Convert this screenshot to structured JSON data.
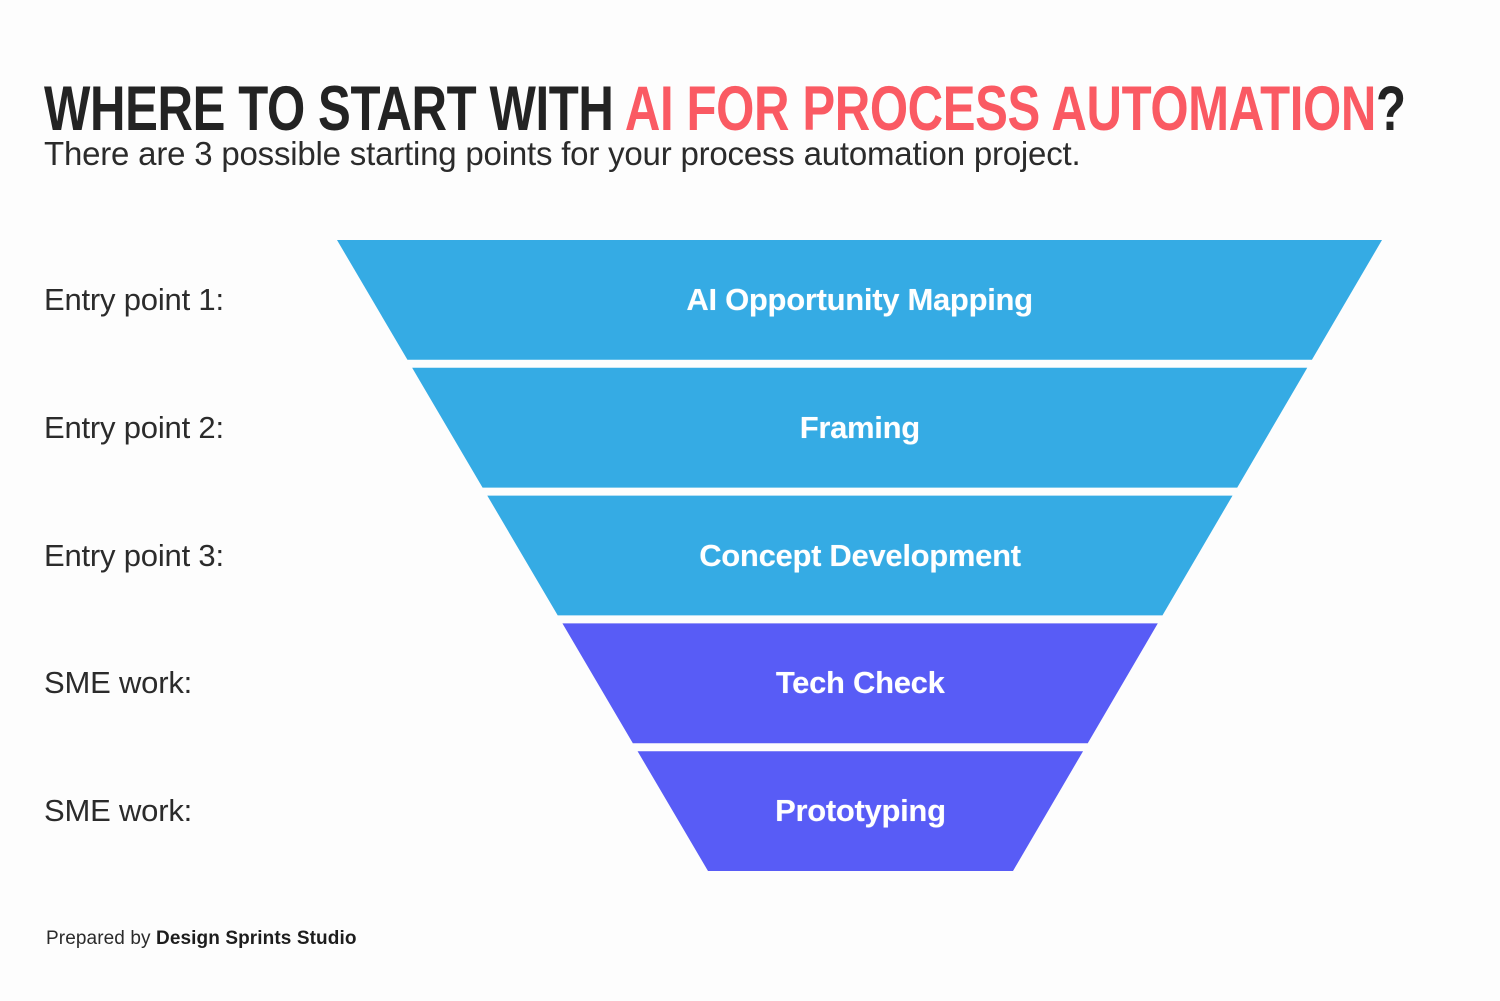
{
  "header": {
    "title_prefix": "WHERE TO START WITH ",
    "title_accent": "AI FOR PROCESS AUTOMATION",
    "title_suffix": "?",
    "subtitle": "There are 3 possible starting points for your process automation project."
  },
  "accent_color": "#fa5a63",
  "funnel_colors": {
    "blue": "#35abe4",
    "purple": "#585cf6",
    "gap": "#fdfdfd"
  },
  "funnel": {
    "rows": [
      {
        "side_label": "Entry point 1:",
        "stage": "AI Opportunity Mapping",
        "color": "blue"
      },
      {
        "side_label": "Entry point 2:",
        "stage": "Framing",
        "color": "blue"
      },
      {
        "side_label": "Entry point 3:",
        "stage": "Concept Development",
        "color": "blue"
      },
      {
        "side_label": "SME work:",
        "stage": "Tech Check",
        "color": "purple"
      },
      {
        "side_label": "SME work:",
        "stage": "Prototyping",
        "color": "purple"
      }
    ]
  },
  "footer": {
    "prefix": "Prepared by ",
    "brand": "Design Sprints Studio"
  }
}
